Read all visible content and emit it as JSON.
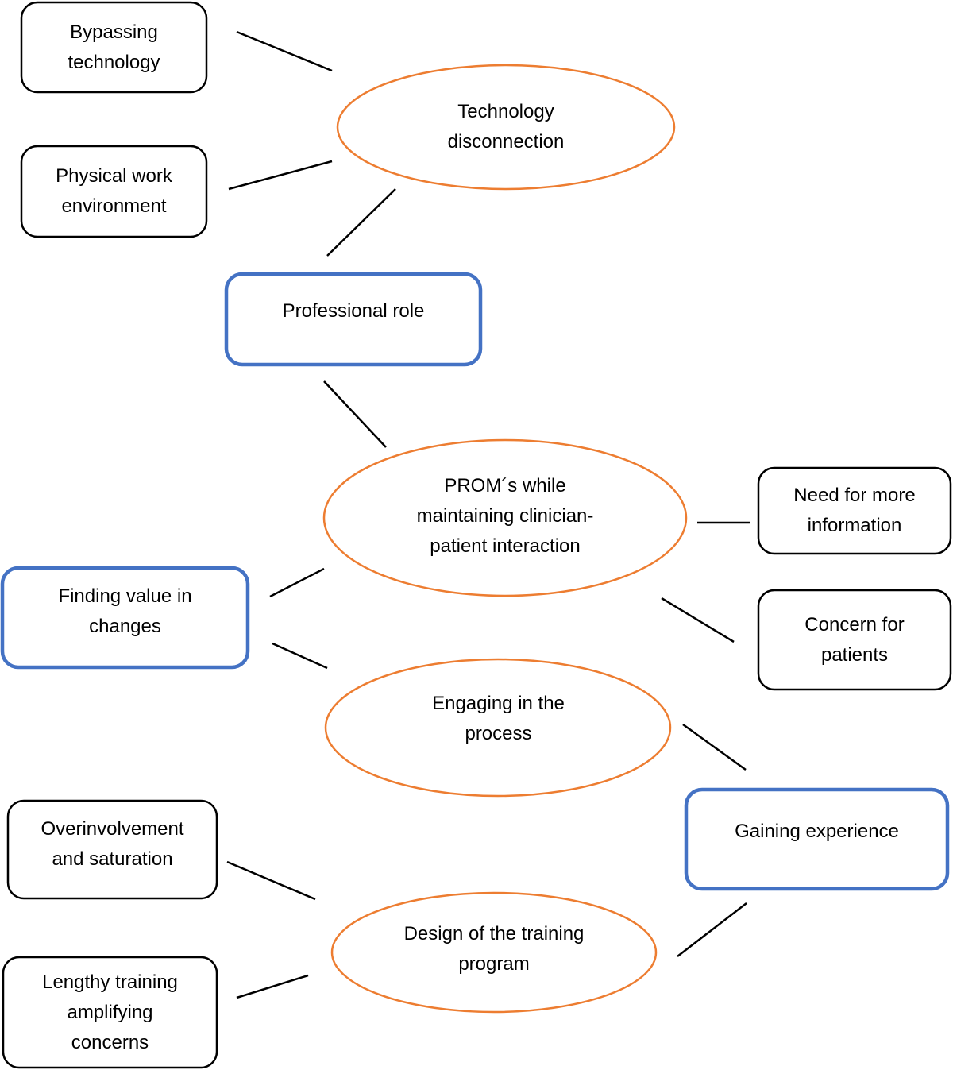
{
  "colors": {
    "theme_border": "#4472c4",
    "subtheme_border": "#ed7d31",
    "code_border": "#000000",
    "connector": "#000000",
    "background": "#ffffff"
  },
  "nodes": {
    "bypassing_technology": "Bypassing technology",
    "physical_work_environment": "Physical work environment",
    "technology_disconnection": "Technology disconnection",
    "professional_role": "Professional role",
    "proms_interaction": "PROM´s while maintaining clinician-patient interaction",
    "need_more_information": "Need for more information",
    "finding_value": "Finding value in changes",
    "concern_for_patients": "Concern for patients",
    "engaging_process": "Engaging in the process",
    "gaining_experience": "Gaining experience",
    "overinvolvement": "Overinvolvement and saturation",
    "design_training": "Design of the training program",
    "lengthy_training": "Lengthy training amplifying concerns"
  }
}
